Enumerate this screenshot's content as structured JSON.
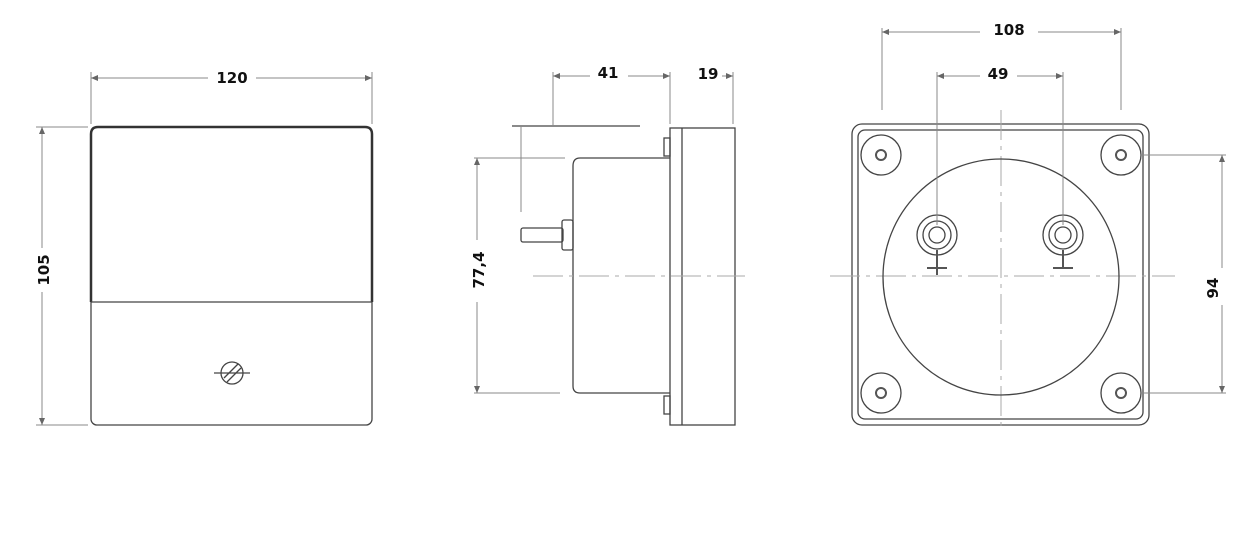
{
  "front_view": {
    "width_label": "120",
    "height_label": "105"
  },
  "side_view": {
    "depth_label": "41",
    "bezel_label": "19",
    "height_label": "77,4"
  },
  "back_view": {
    "mount_width_label": "108",
    "terminal_spacing_label": "49",
    "mount_height_label": "94"
  }
}
